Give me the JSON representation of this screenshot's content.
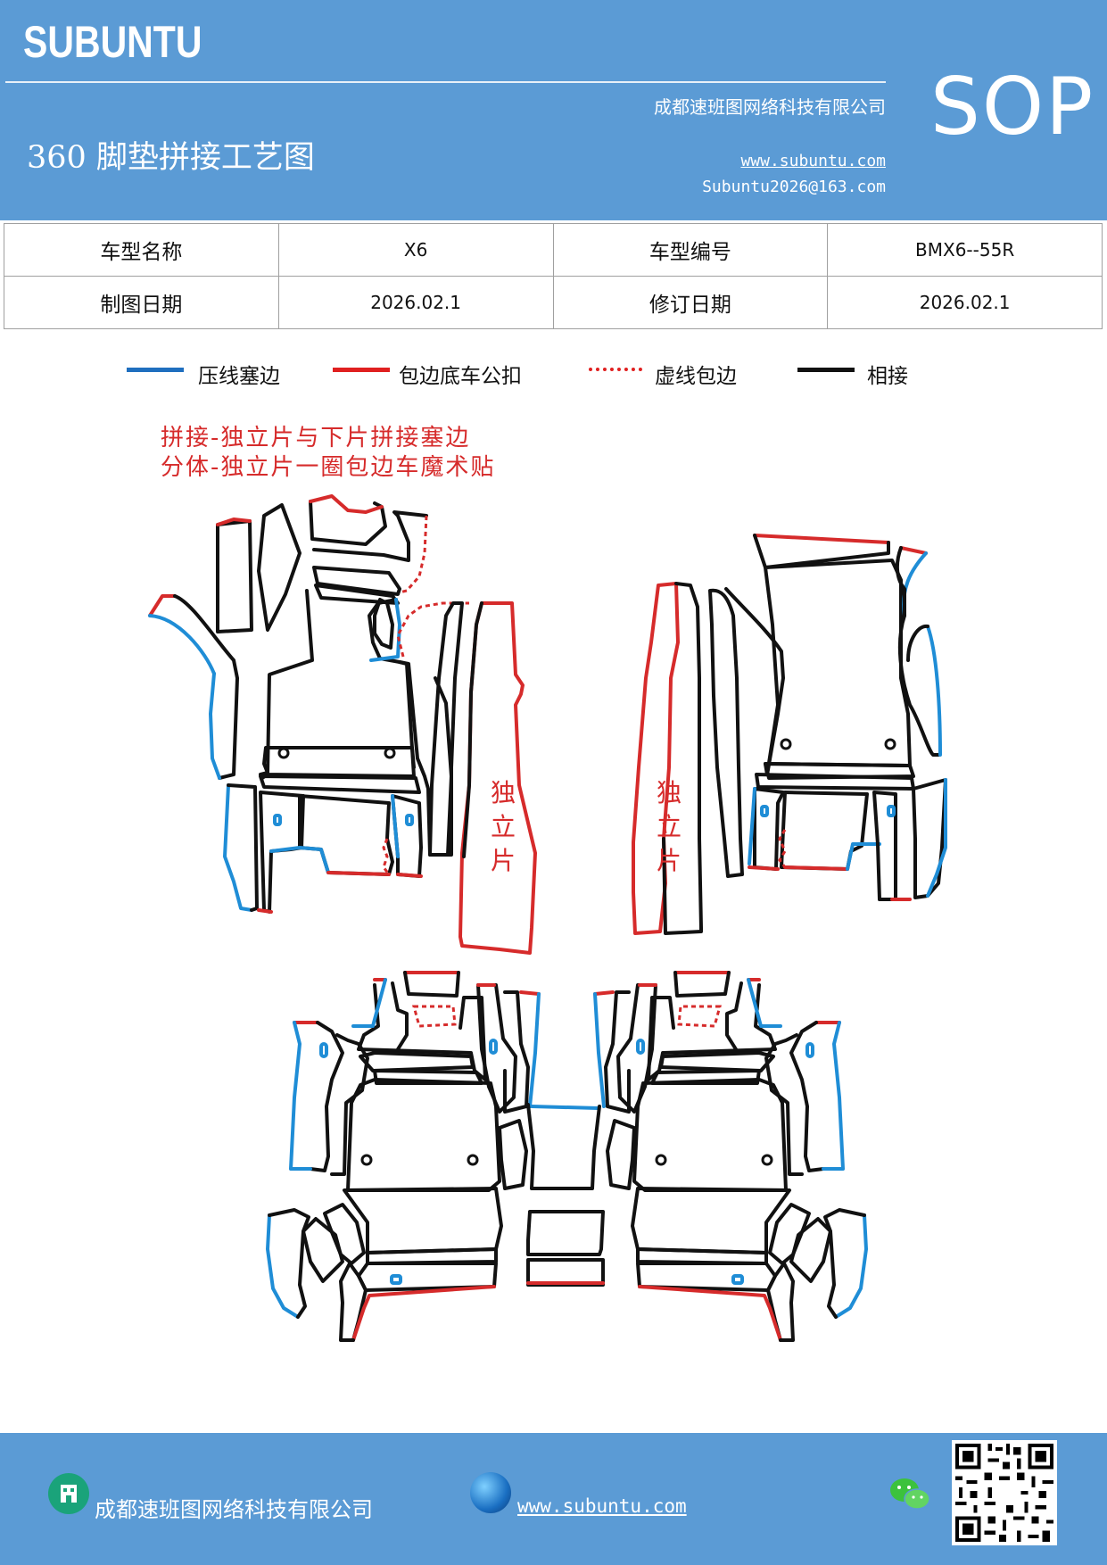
{
  "header": {
    "brand": "SUBUNTU",
    "company": "成都速班图网络科技有限公司",
    "title": "360 脚垫拼接工艺图",
    "website": "www.subuntu.com",
    "email": "Subuntu2026@163.com",
    "badge": "SOP"
  },
  "info_table": {
    "row1": {
      "label1": "车型名称",
      "value1": "X6",
      "label2": "车型编号",
      "value2": "BMX6--55R"
    },
    "row2": {
      "label1": "制图日期",
      "value1": "2026.02.1",
      "label2": "修订日期",
      "value2": "2026.02.1"
    }
  },
  "legend": {
    "blue": {
      "label": "压线塞边",
      "color": "#1f6fbf"
    },
    "red": {
      "label": "包边底车公扣",
      "color": "#e02020"
    },
    "dashed": {
      "label": "虚线包边",
      "color": "#e02020"
    },
    "black": {
      "label": "相接",
      "color": "#111111"
    }
  },
  "notes": {
    "line1": "拼接-独立片与下片拼接塞边",
    "line2": "分体-独立片一圈包边车魔术贴"
  },
  "standalone_label_left": "独立片",
  "standalone_label_right": "独立片",
  "footer": {
    "company": "成都速班图网络科技有限公司",
    "website": "www.subuntu.com"
  },
  "icons": {
    "building": "building-icon",
    "globe": "globe-icon",
    "wechat": "wechat-icon",
    "qr": "qr-code"
  }
}
